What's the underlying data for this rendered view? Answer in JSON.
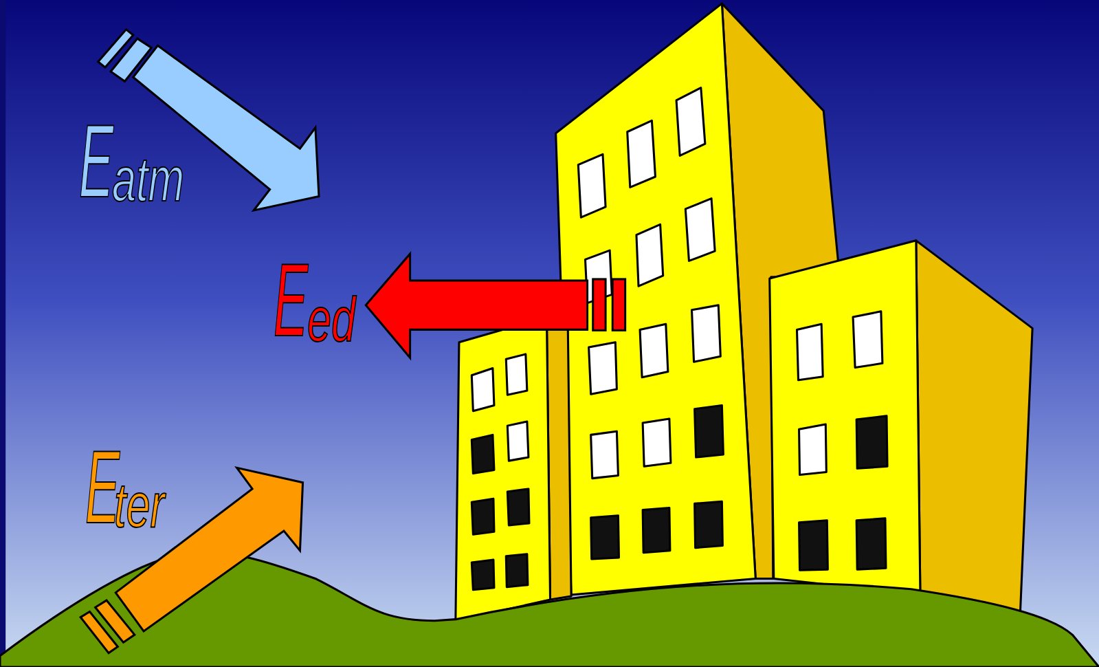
{
  "diagram": {
    "labels": [
      "E",
      "atm",
      "E",
      "ed",
      "E",
      "ter"
    ]
  }
}
